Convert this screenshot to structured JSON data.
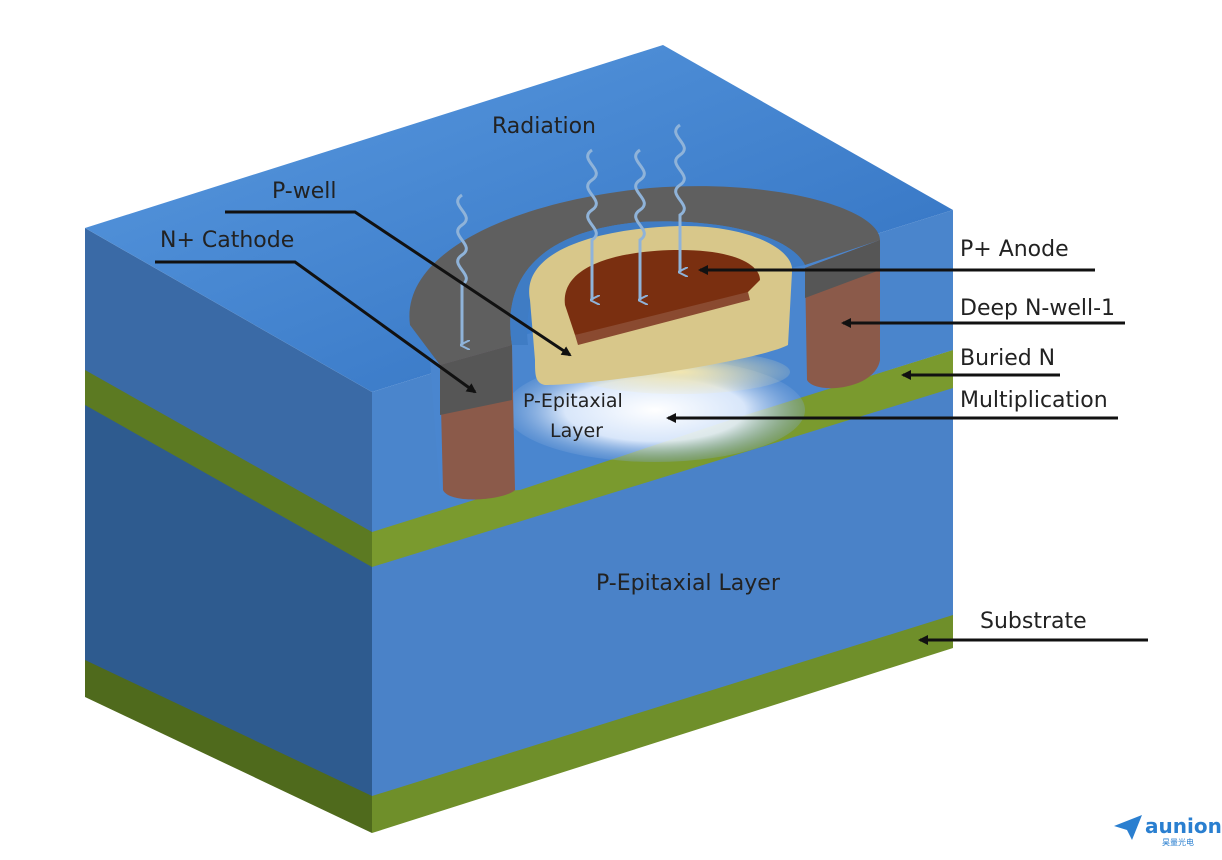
{
  "diagram": {
    "labels": {
      "radiation": "Radiation",
      "p_well": "P-well",
      "n_cathode": "N+ Cathode",
      "p_anode": "P+ Anode",
      "deep_nwell": "Deep N-well-1",
      "buried_n": "Buried N",
      "multiplication": "Multiplication",
      "p_epi_inner_1": "P-Epitaxial",
      "p_epi_inner_2": "Layer",
      "p_epi_main": "P-Epitaxial Layer",
      "substrate": "Substrate"
    },
    "colors": {
      "top_face": "#4f8fd8",
      "front_face": "#3f78bf",
      "side_face": "#2e5b8f",
      "green_layer": "#7a9a2e",
      "green_layer_dark": "#4f6a1c",
      "gray_ring": "#5f5f5f",
      "brown": "#8b5a4a",
      "tan": "#d8c78a",
      "dark_brown": "#7a2f10",
      "radiation_wave": "#8fb3d9"
    }
  },
  "logo": {
    "name": "aunion",
    "subtitle": "昊量光电"
  }
}
